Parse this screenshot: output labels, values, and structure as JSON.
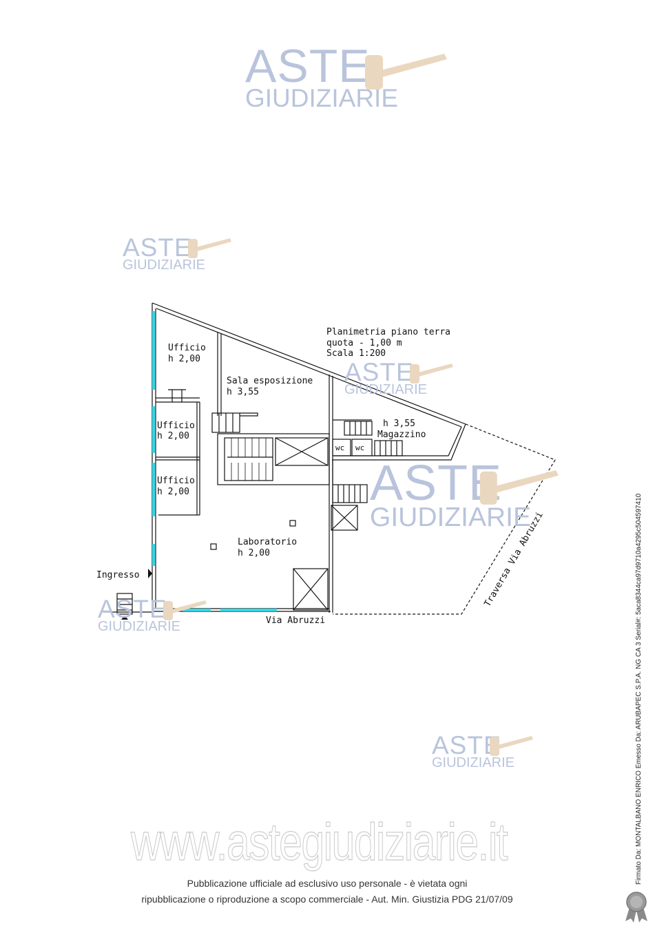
{
  "watermark": {
    "line1": "ASTE",
    "line2": "GIUDIZIARIE"
  },
  "plan": {
    "title_lines": [
      "Planimetria piano terra",
      "quota - 1,00 m",
      "Scala 1:200"
    ],
    "rooms": {
      "ufficio1": [
        "Ufficio",
        "h 2,00"
      ],
      "sala": [
        "Sala esposizione",
        "h 3,55"
      ],
      "ufficio2": [
        "Ufficio",
        "h 2,00"
      ],
      "ufficio3": [
        "Ufficio",
        "h 2,00"
      ],
      "magazzino": [
        "h 3,55",
        "Magazzino"
      ],
      "laboratorio": [
        "Laboratorio",
        "h 2,00"
      ],
      "wc1": "wc",
      "wc2": "wc"
    },
    "ingresso": "Ingresso",
    "street_bottom": "Via Abruzzi",
    "street_diag": "Traversa Via Abruzzi"
  },
  "site_watermark": "www.astegiudiziarie.it",
  "footer": {
    "line1": "Pubblicazione ufficiale ad esclusivo uso personale - è vietata ogni",
    "line2": "ripubblicazione o riproduzione a scopo commerciale - Aut. Min. Giustizia PDG 21/07/09"
  },
  "signature": "Firmato Da: MONTALBANO ENRICO Emesso Da: ARUBAPEC S.P.A. NG CA 3 Serial#: 5aca8344ca97d9710a4295c504597410",
  "colors": {
    "window_cyan": "#33d6e6",
    "watermark": "#b9c4dc"
  }
}
